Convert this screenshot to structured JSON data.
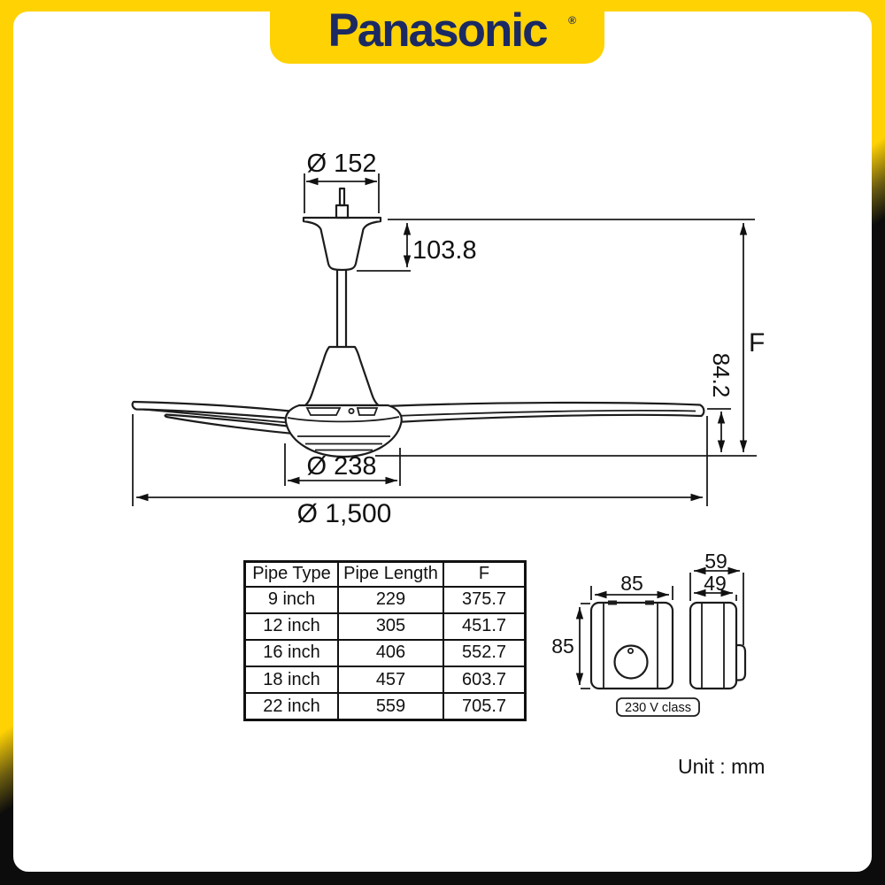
{
  "colors": {
    "frame_yellow": "#ffd204",
    "frame_black": "#0c0c0c",
    "logo_navy": "#1b2a63",
    "line_color": "#1c1c1c",
    "background": "#ffffff"
  },
  "logo": {
    "brand": "Panasonic",
    "registered_mark": "®"
  },
  "fan_diagram": {
    "dim_canopy_diameter": "Ø 152",
    "dim_canopy_height": "103.8",
    "dim_total_height": "F",
    "dim_motor_bottom_height": "84.2",
    "dim_motor_diameter": "Ø 238",
    "dim_blade_sweep": "Ø 1,500"
  },
  "pipe_table": {
    "headers": [
      "Pipe Type",
      "Pipe Length",
      "F"
    ],
    "rows": [
      [
        "9 inch",
        "229",
        "375.7"
      ],
      [
        "12 inch",
        "305",
        "451.7"
      ],
      [
        "16 inch",
        "406",
        "552.7"
      ],
      [
        "18 inch",
        "457",
        "603.7"
      ],
      [
        "22 inch",
        "559",
        "705.7"
      ]
    ]
  },
  "regulator": {
    "dim_width": "85",
    "dim_height": "85",
    "dim_depth_overall": "59",
    "dim_depth_body": "49",
    "voltage_class": "230 V class"
  },
  "unit_note": "Unit : mm"
}
